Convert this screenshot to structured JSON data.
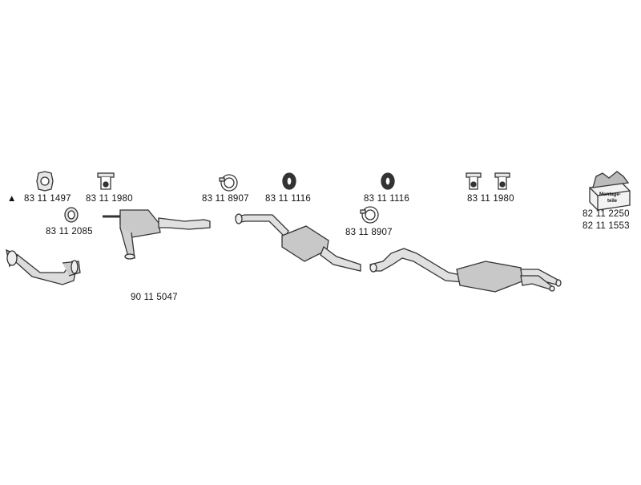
{
  "labels": {
    "gasket_square": "83 11 1497",
    "hanger_left": "83 11 1980",
    "ring_left": "83 11 2085",
    "main_pipe": "90 11 5047",
    "clamp_mid": "83 11 8907",
    "rubber_ring_mid": "83 11 1116",
    "rubber_ring_right": "83 11 1116",
    "clamp_right": "83 11 8907",
    "hanger_right": "83 11 1980",
    "kit_1": "82 11 2250",
    "kit_2": "82 11 1553"
  },
  "kit_box_text": [
    "Montage-",
    "teile"
  ],
  "triangle_symbol": "▲"
}
